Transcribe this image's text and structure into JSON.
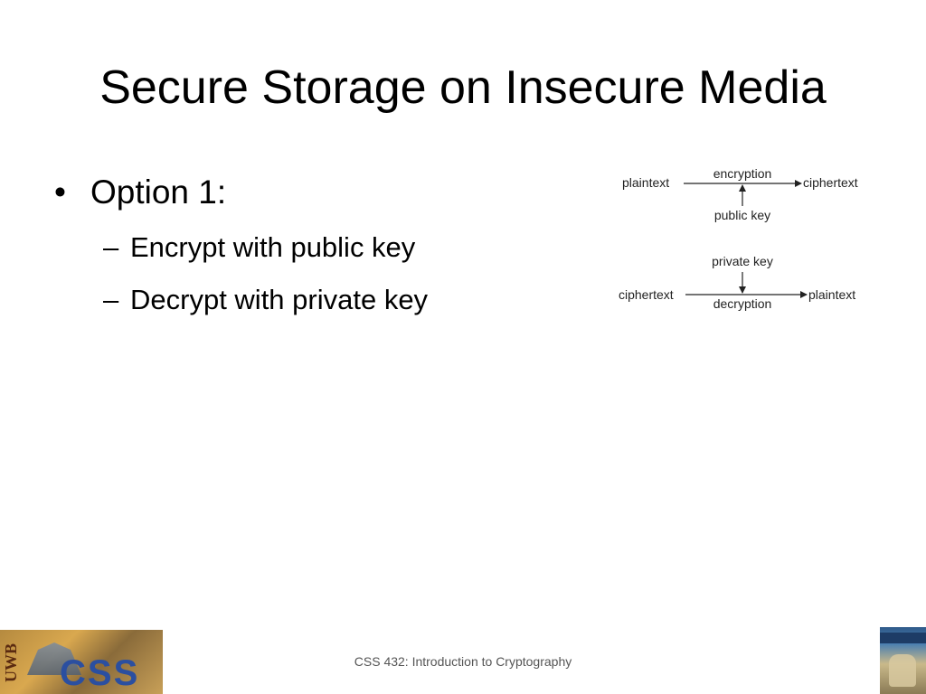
{
  "slide": {
    "title": "Secure Storage on Insecure Media",
    "bullets": {
      "level1_marker": "•",
      "level1_text": "Option 1:",
      "level2_marker": "–",
      "sub_items": [
        "Encrypt with public key",
        "Decrypt with private key"
      ]
    }
  },
  "diagram": {
    "top": {
      "left_label": "plaintext",
      "operation": "encryption",
      "right_label": "ciphertext",
      "key": "public key"
    },
    "bottom": {
      "key": "private key",
      "left_label": "ciphertext",
      "operation": "decryption",
      "right_label": "plaintext"
    }
  },
  "footer": {
    "text": "CSS 432: Introduction to Cryptography"
  },
  "logos": {
    "left_side_text": "UWB",
    "left_main_text": "CSS"
  }
}
